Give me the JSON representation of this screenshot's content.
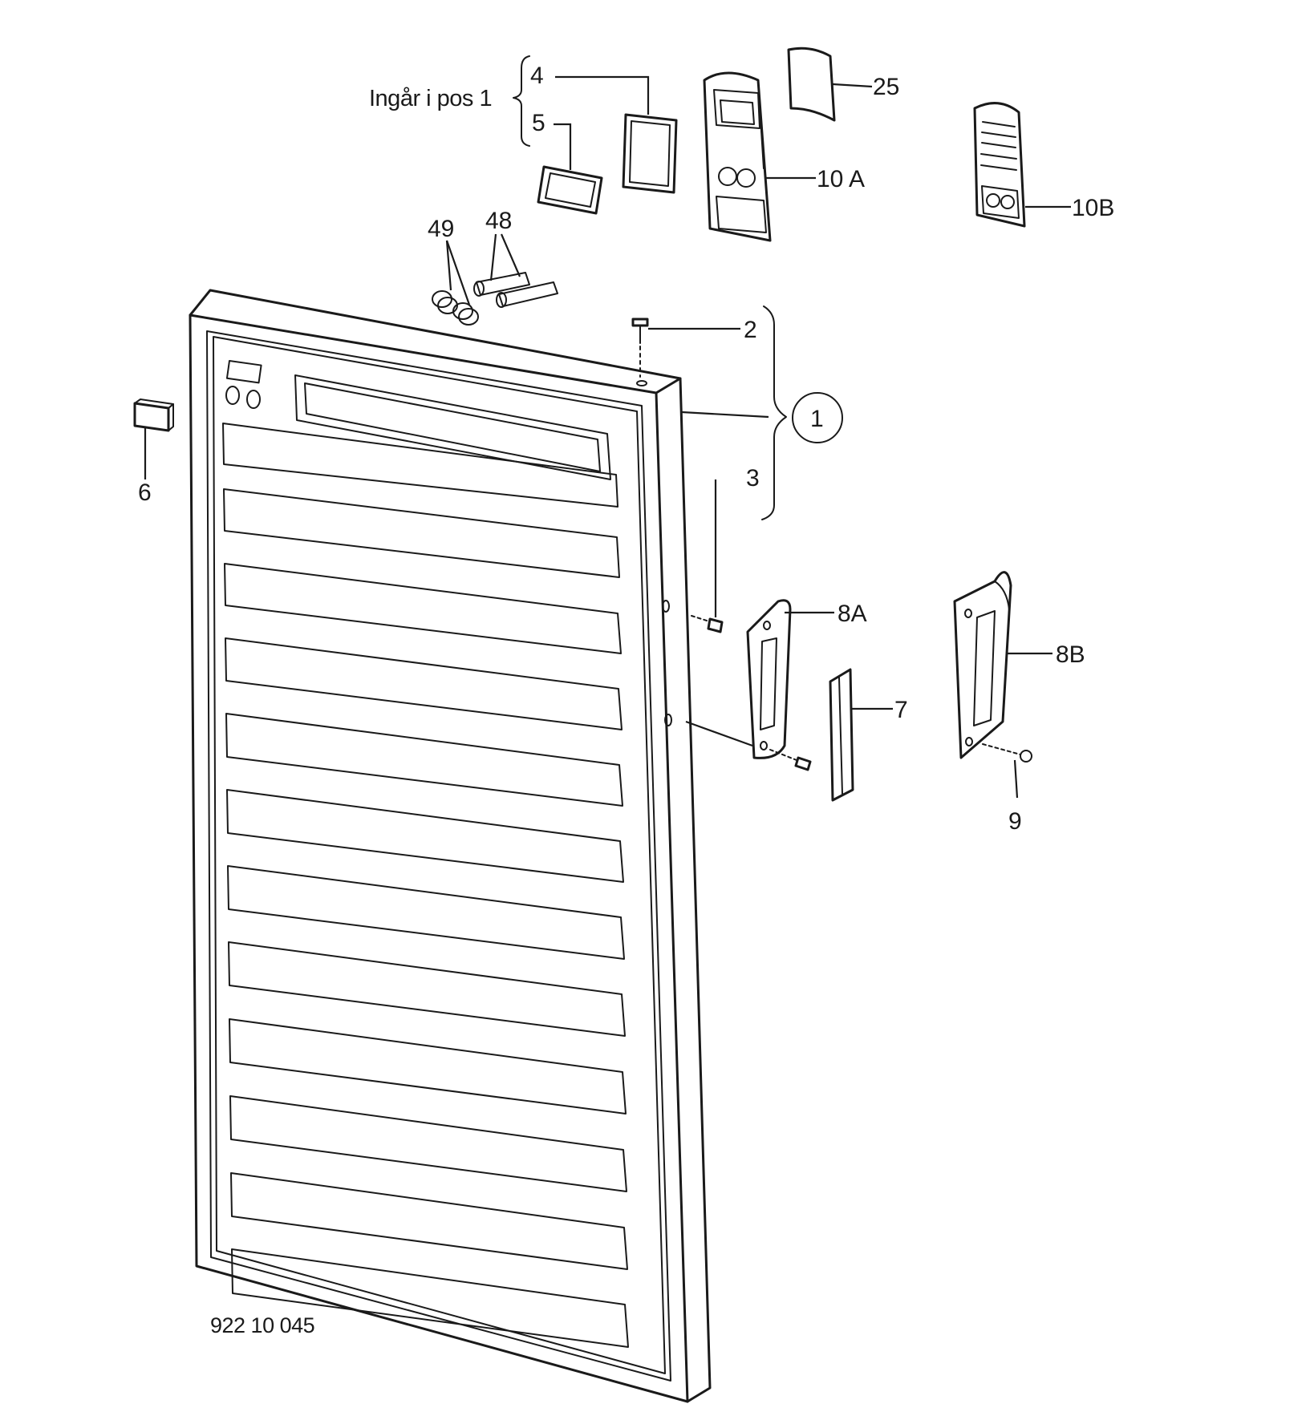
{
  "note": "Ingår i pos 1",
  "drawing_number": "922 10 045",
  "callouts": {
    "c4": "4",
    "c5": "5",
    "c25": "25",
    "c10a": "10 A",
    "c10b": "10B",
    "c49": "49",
    "c48": "48",
    "c2": "2",
    "c1": "1",
    "c3": "3",
    "c6": "6",
    "c8a": "8A",
    "c8b": "8B",
    "c7": "7",
    "c9": "9"
  }
}
